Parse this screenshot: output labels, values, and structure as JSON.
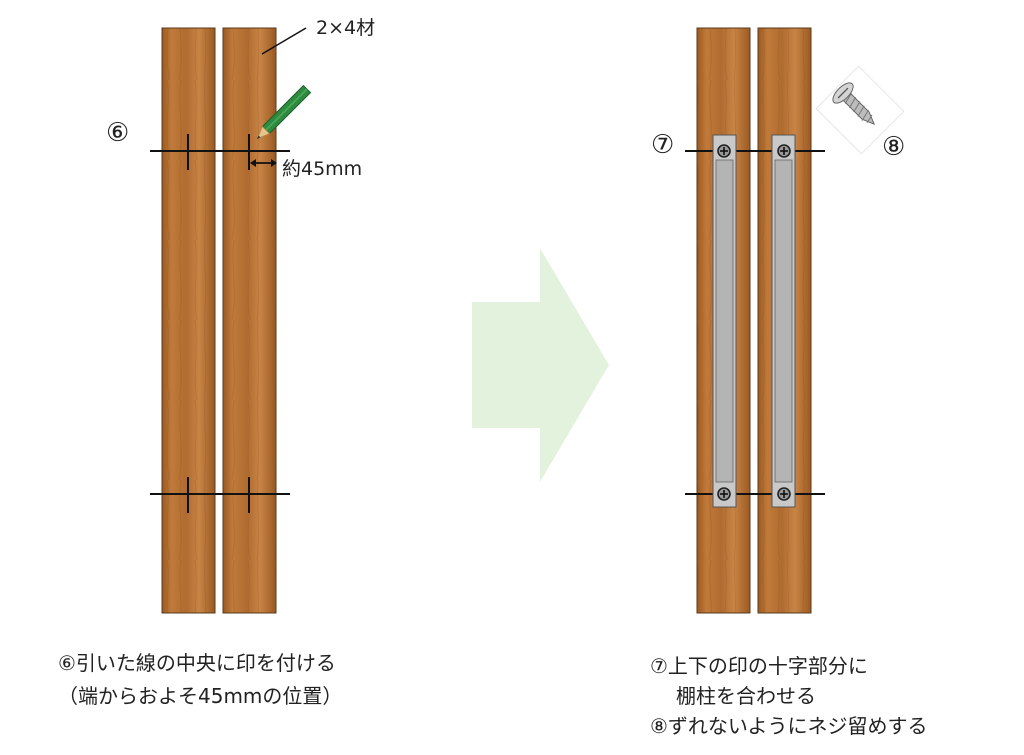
{
  "step6": {
    "number": "⑥",
    "lumber_label": "2×4材",
    "distance_label": "約45mm",
    "caption_line1": "⑥引いた線の中央に印を付ける",
    "caption_line2": "（端からおよそ45mmの位置）"
  },
  "step7": {
    "number": "⑦",
    "caption_line1": "⑦上下の印の十字部分に",
    "caption_line2": "棚柱を合わせる"
  },
  "step8": {
    "number": "⑧",
    "caption": "⑧ずれないようにネジ留めする"
  },
  "icons": {
    "pencil": "pencil-icon",
    "screw": "screw-icon",
    "arrow": "right-arrow-icon"
  },
  "colors": {
    "wood": "#c07a3a",
    "wood_dark": "#9a5a22",
    "rail": "#c9c9c9",
    "arrow": "#e3f2dc",
    "pencil": "#2e8a3e"
  }
}
